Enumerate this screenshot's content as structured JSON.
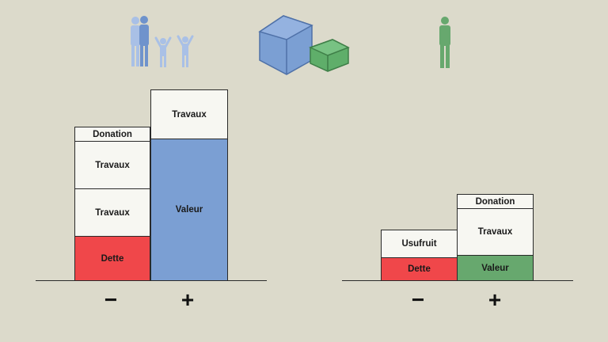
{
  "left_group": {
    "minus_column": {
      "donation": "Donation",
      "travaux_1": "Travaux",
      "travaux_2": "Travaux",
      "dette": "Dette"
    },
    "plus_column": {
      "travaux": "Travaux",
      "valeur": "Valeur"
    },
    "minus_sign": "−",
    "plus_sign": "+"
  },
  "right_group": {
    "minus_column": {
      "usufruit": "Usufruit",
      "dette": "Dette"
    },
    "plus_column": {
      "donation": "Donation",
      "travaux": "Travaux",
      "valeur": "Valeur"
    },
    "minus_sign": "−",
    "plus_sign": "+"
  },
  "icons": {
    "left": "family-people-icon",
    "center": "house-building-icon",
    "right": "single-person-icon"
  },
  "colors": {
    "background": "#dcdacb",
    "dette": "#f0474a",
    "valeur_left": "#7b9fd3",
    "valeur_right": "#67a86e",
    "neutral_block": "#f7f7f2",
    "family_icon": "#7b9fd3",
    "person_icon": "#67a86e"
  }
}
